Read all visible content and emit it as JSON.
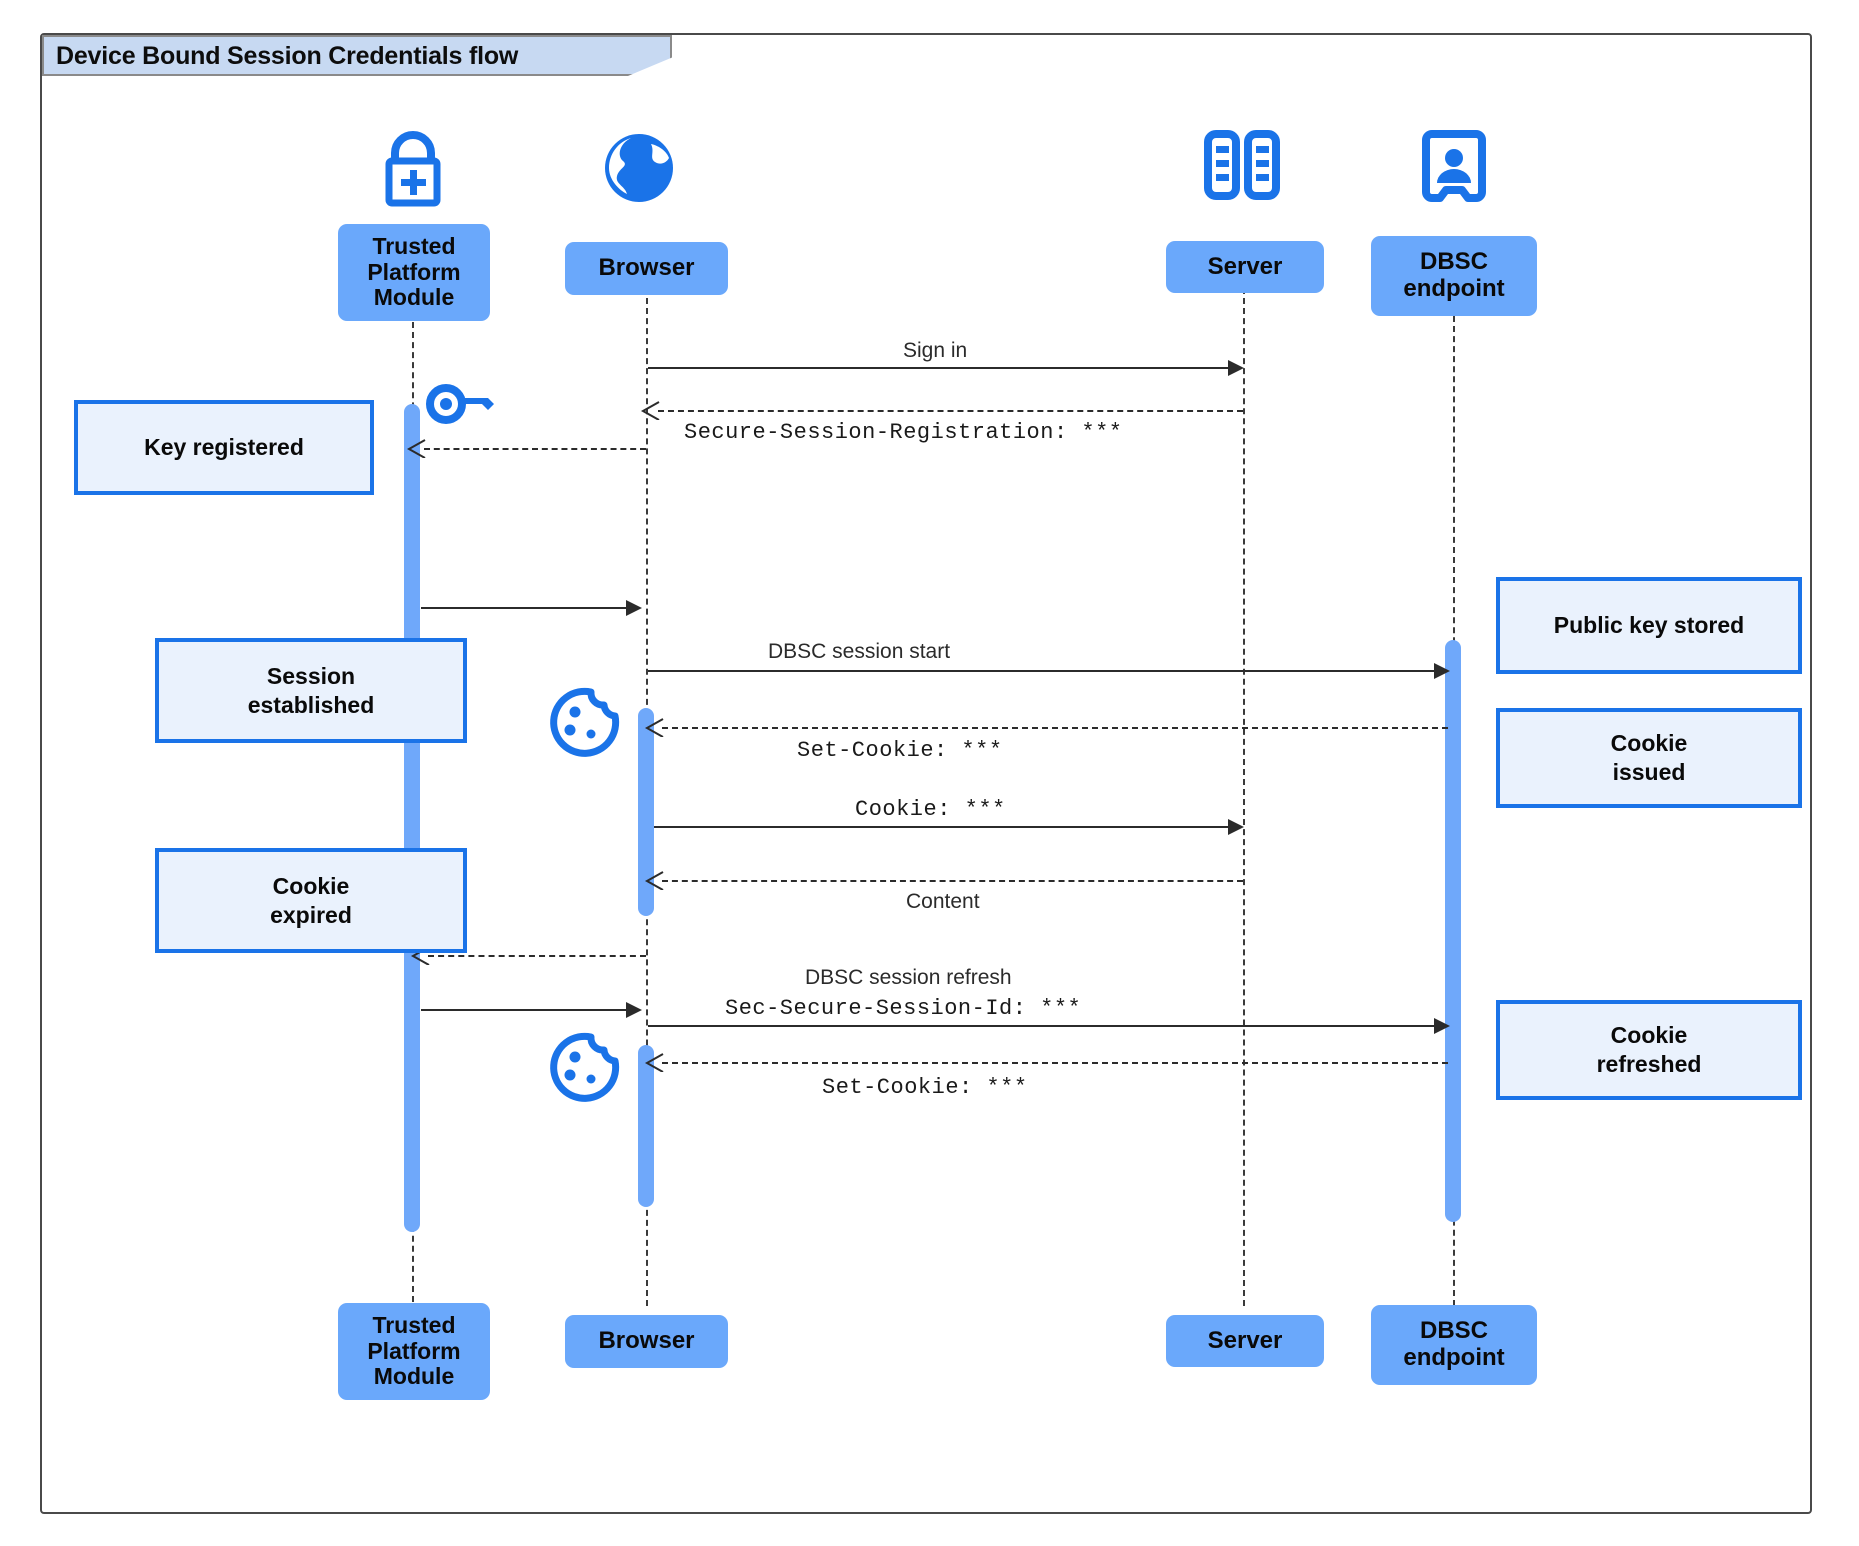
{
  "diagram": {
    "type": "uml-sequence",
    "frame_title": "Device Bound Session Credentials flow"
  },
  "participants": [
    {
      "id": "tpm",
      "label": "Trusted\nPlatform\nModule",
      "label_text": "Trusted Platform Module",
      "icon": "lock-plus-icon"
    },
    {
      "id": "browser",
      "label": "Browser",
      "label_text": "Browser",
      "icon": "globe-icon"
    },
    {
      "id": "server",
      "label": "Server",
      "label_text": "Server",
      "icon": "server-rack-icon"
    },
    {
      "id": "dbsc",
      "label": "DBSC\nendpoint",
      "label_text": "DBSC endpoint",
      "icon": "id-badge-icon"
    }
  ],
  "participant_labels": {
    "tpm_line1": "Trusted",
    "tpm_line2": "Platform",
    "tpm_line3": "Module",
    "browser": "Browser",
    "server": "Server",
    "dbsc_line1": "DBSC",
    "dbsc_line2": "endpoint"
  },
  "messages": [
    {
      "id": "m1",
      "from": "browser",
      "to": "server",
      "label": "Sign in",
      "style": "solid",
      "font": "sans"
    },
    {
      "id": "m2",
      "from": "server",
      "to": "browser",
      "label": "Secure-Session-Registration: ***",
      "style": "dashed",
      "font": "mono"
    },
    {
      "id": "m3",
      "from": "browser",
      "to": "tpm",
      "label": "",
      "style": "dashed",
      "font": "mono"
    },
    {
      "id": "m4",
      "from": "tpm",
      "to": "browser",
      "label": "",
      "style": "solid",
      "font": "sans"
    },
    {
      "id": "m5",
      "from": "browser",
      "to": "dbsc",
      "label": "DBSC session start",
      "style": "solid",
      "font": "sans"
    },
    {
      "id": "m6",
      "from": "dbsc",
      "to": "browser",
      "label": "Set-Cookie: ***",
      "style": "dashed",
      "font": "mono"
    },
    {
      "id": "m7",
      "from": "browser",
      "to": "server",
      "label": "Cookie: ***",
      "style": "solid",
      "font": "mono"
    },
    {
      "id": "m8",
      "from": "server",
      "to": "browser",
      "label": "Content",
      "style": "dashed",
      "font": "sans"
    },
    {
      "id": "m9",
      "from": "browser",
      "to": "tpm",
      "label": "",
      "style": "dashed",
      "font": "sans"
    },
    {
      "id": "m10",
      "from": "tpm",
      "to": "dbsc",
      "label": "DBSC session refresh",
      "style": "solid",
      "font": "sans"
    },
    {
      "id": "m11",
      "from": "tpm",
      "to": "dbsc",
      "label": "Sec-Secure-Session-Id: ***",
      "style": "solid",
      "font": "mono"
    },
    {
      "id": "m12",
      "from": "dbsc",
      "to": "browser",
      "label": "Set-Cookie: ***",
      "style": "dashed",
      "font": "mono"
    }
  ],
  "message_labels": {
    "sign_in": "Sign in",
    "secure_session_registration": "Secure-Session-Registration: ***",
    "dbsc_session_start": "DBSC session start",
    "set_cookie_1": "Set-Cookie: ***",
    "cookie": "Cookie: ***",
    "content": "Content",
    "dbsc_session_refresh": "DBSC session refresh",
    "sec_secure_session_id": "Sec-Secure-Session-Id: ***",
    "set_cookie_2": "Set-Cookie: ***"
  },
  "notes": [
    {
      "id": "n1",
      "side": "left",
      "text": "Key registered",
      "line1": "Key registered",
      "line2": ""
    },
    {
      "id": "n2",
      "side": "left",
      "text": "Session established",
      "line1": "Session",
      "line2": "established"
    },
    {
      "id": "n3",
      "side": "left",
      "text": "Cookie expired",
      "line1": "Cookie",
      "line2": "expired"
    },
    {
      "id": "n4",
      "side": "right",
      "text": "Public key stored",
      "line1": "Public key stored",
      "line2": ""
    },
    {
      "id": "n5",
      "side": "right",
      "text": "Cookie issued",
      "line1": "Cookie",
      "line2": "issued"
    },
    {
      "id": "n6",
      "side": "right",
      "text": "Cookie refreshed",
      "line1": "Cookie",
      "line2": "refreshed"
    }
  ],
  "note_labels": {
    "key_registered": "Key registered",
    "session_line1": "Session",
    "session_line2": "established",
    "cookie_exp_line1": "Cookie",
    "cookie_exp_line2": "expired",
    "public_key_stored": "Public key stored",
    "cookie_issued_line1": "Cookie",
    "cookie_issued_line2": "issued",
    "cookie_refreshed_line1": "Cookie",
    "cookie_refreshed_line2": "refreshed"
  },
  "inline_icons": [
    {
      "id": "key1",
      "name": "key-icon",
      "near": "tpm"
    },
    {
      "id": "cookie1",
      "name": "cookie-icon",
      "near": "browser"
    },
    {
      "id": "cookie2",
      "name": "cookie-icon",
      "near": "browser"
    }
  ],
  "colors": {
    "actor_box": "#6aa8fb",
    "activation": "#6fa8fa",
    "note_fill": "#eaf2fd",
    "note_border": "#1a73e8",
    "icon_blue": "#1a73e8",
    "frame_border": "#4a4a4a",
    "frame_tab_fill": "#c7d9f2",
    "line": "#2b2b2b",
    "background": "#ffffff"
  }
}
